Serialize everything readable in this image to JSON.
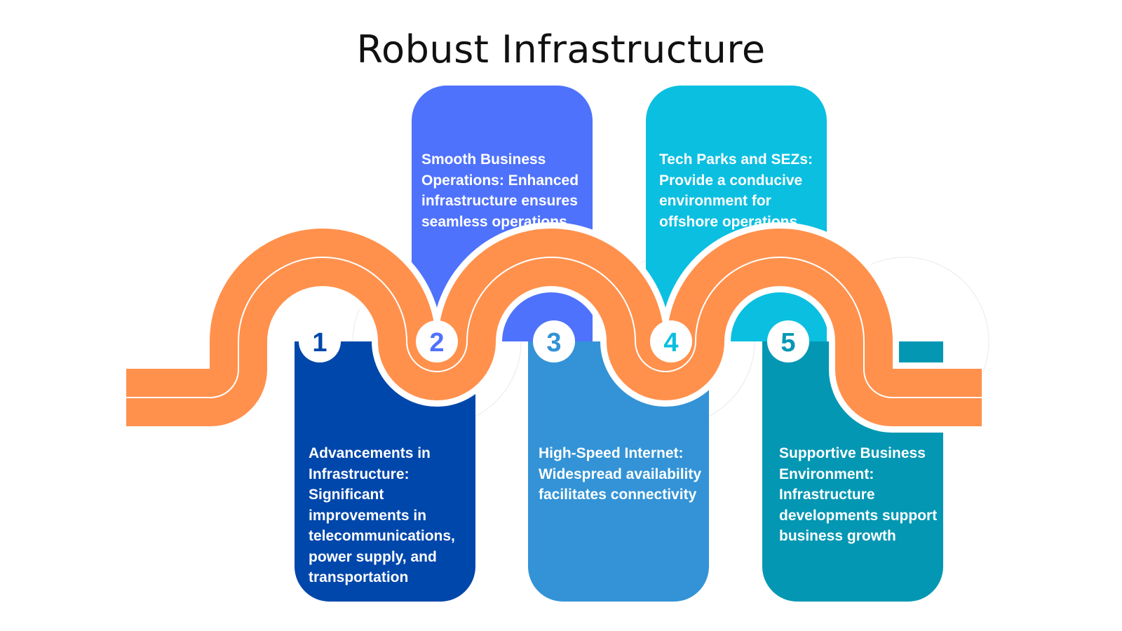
{
  "title": "Robust Infrastructure",
  "colors": {
    "road": "#FF914D",
    "road_line": "#FFFFFF",
    "step1": "#0047AB",
    "step2": "#4F72FC",
    "step3": "#3393D6",
    "step4": "#0BBFE0",
    "step5": "#0397B3"
  },
  "steps": [
    {
      "number": "1",
      "text": "Advancements in Infrastructure: Significant improvements in telecommunications, power supply, and transportation"
    },
    {
      "number": "2",
      "text": "Smooth Business Operations: Enhanced infrastructure ensures seamless operations"
    },
    {
      "number": "3",
      "text": "High-Speed Internet: Widespread availability facilitates connectivity"
    },
    {
      "number": "4",
      "text": "Tech Parks and SEZs: Provide a conducive environment for offshore operations"
    },
    {
      "number": "5",
      "text": "Supportive Business Environment: Infrastructure developments support business growth"
    }
  ]
}
